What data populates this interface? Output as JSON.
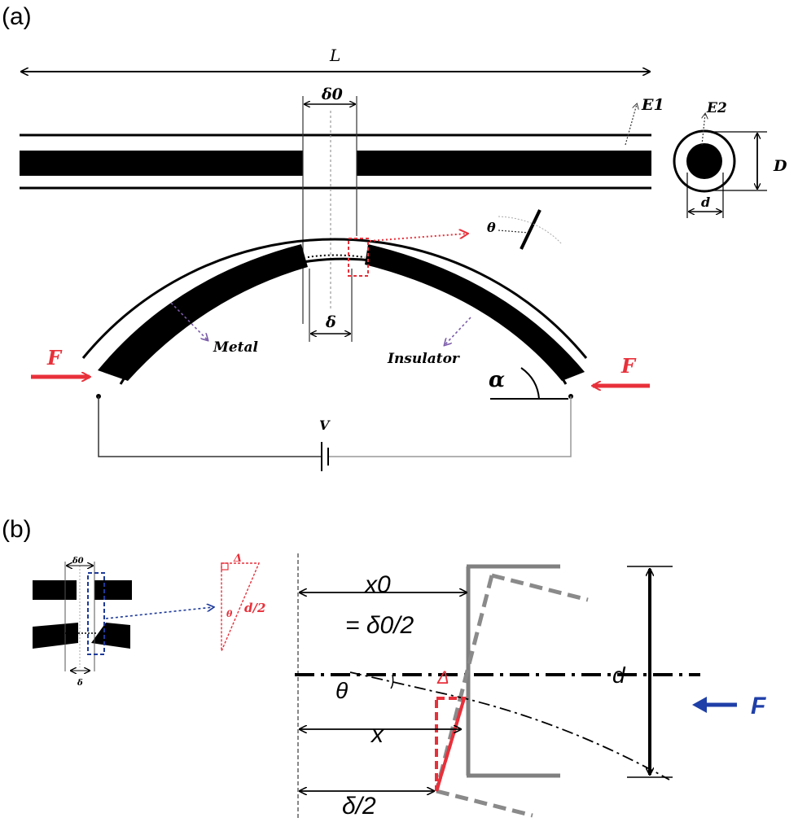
{
  "panels": {
    "a": "(a)",
    "b": "(b)"
  },
  "labels_a": {
    "length": "L",
    "gap_initial": "δ0",
    "gap": "δ",
    "e1": "E1",
    "e2": "E2",
    "outer_diameter": "D",
    "inner_diameter": "d",
    "theta": "θ",
    "metal": "Metal",
    "insulator": "Insulator",
    "force_left": "F",
    "force_right": "F",
    "alpha": "α",
    "voltage": "V"
  },
  "labels_b": {
    "inset_gap_initial": "δ0",
    "inset_gap": "δ",
    "tri_delta": "Δ",
    "tri_theta": "θ",
    "tri_half_d": "d/2",
    "x0": "x0",
    "x0_eq": "= δ0/2",
    "delta_mark": "Δ",
    "theta": "θ",
    "x": "x",
    "half_delta": "δ/2",
    "diameter": "d",
    "force": "F"
  },
  "colors": {
    "force_red": "#e8303a",
    "dotted_red": "#e8303a",
    "arrow_purple": "#7a5aa8",
    "inset_blue": "#1d3a9a",
    "force_blue": "#1f3fa8",
    "plate_gray": "#808080",
    "ink": "#111111"
  }
}
